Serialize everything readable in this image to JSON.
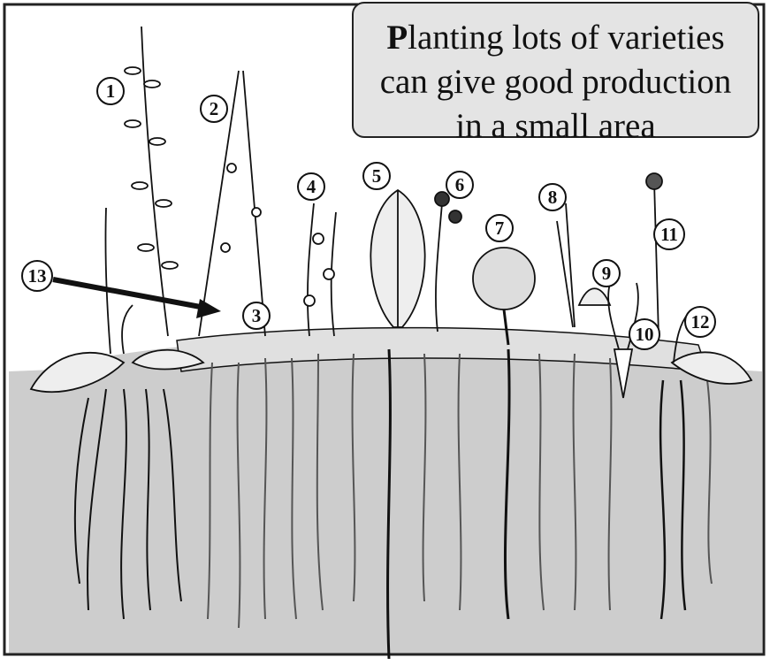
{
  "caption": {
    "first_letter": "P",
    "line1_rest": "lanting lots of varieties",
    "line2": "can give good production",
    "line3": "in a small area"
  },
  "markers": [
    "1",
    "2",
    "3",
    "4",
    "5",
    "6",
    "7",
    "8",
    "9",
    "10",
    "11",
    "12",
    "13"
  ],
  "colors": {
    "soil": "#cdcdcd",
    "sky": "#ffffff",
    "frame": "#222222",
    "ink": "#111111",
    "caption_bg": "#e4e4e4"
  }
}
